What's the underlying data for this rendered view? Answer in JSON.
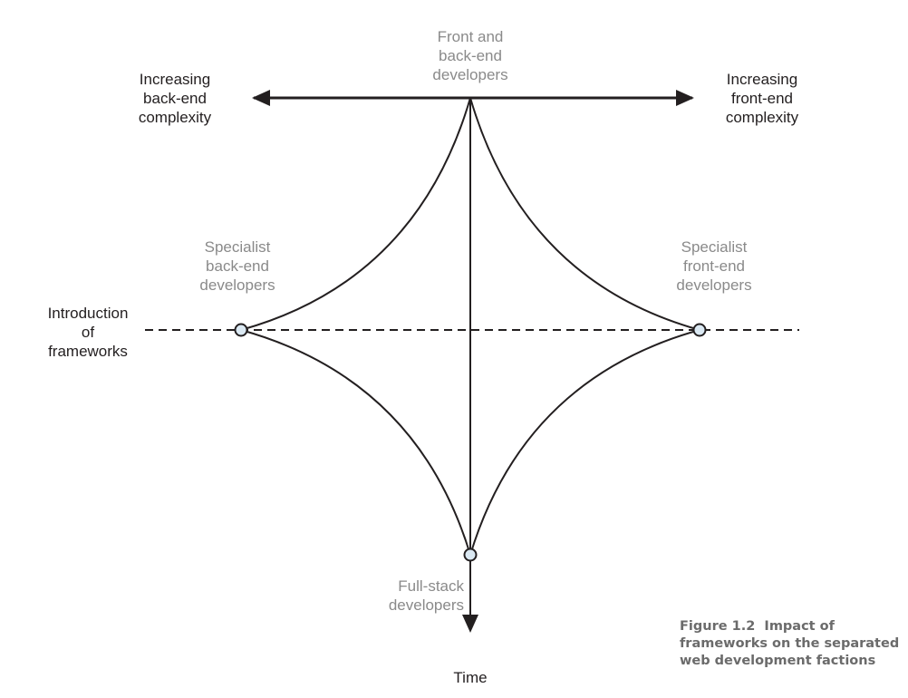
{
  "labels": {
    "top_center": "Front and\nback-end\ndevelopers",
    "top_left": "Increasing\nback-end\ncomplexity",
    "top_right": "Increasing\nfront-end\ncomplexity",
    "left_middle": "Specialist\nback-end\ndevelopers",
    "right_middle": "Specialist\nfront-end\ndevelopers",
    "frameworks": "Introduction\nof\nframeworks",
    "bottom_point": "Full-stack\ndevelopers",
    "time_axis": "Time"
  },
  "caption": {
    "figure_number": "Figure 1.2",
    "text": "Impact of\nframeworks on the separated\nweb development factions"
  },
  "colors": {
    "line": "#231f20",
    "gray_text": "#8a8a8a",
    "caption_text": "#6b6b6b",
    "node_fill": "#dbe9f3"
  }
}
